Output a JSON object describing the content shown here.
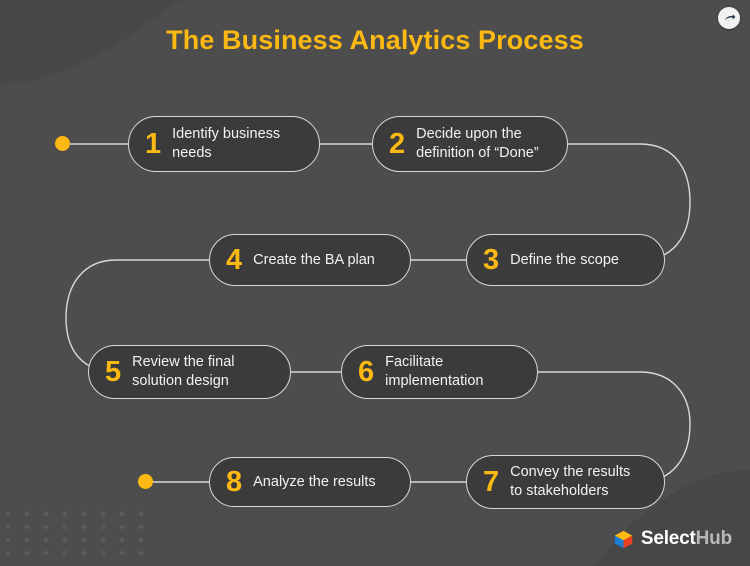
{
  "header": {
    "title": "The Business Analytics Process",
    "title_color": "#fcb813",
    "share_button": {
      "name": "share-button",
      "icon": "share-arrow-icon"
    }
  },
  "theme": {
    "background": "#4d4d4d",
    "pill_fill": "#3b3b3b",
    "pill_border": "#d8d8d8",
    "accent": "#fcb813",
    "text": "#f2f2f2",
    "connector": "#d8d8d8"
  },
  "steps": [
    {
      "number": "1",
      "label": "Identify business\nneeds"
    },
    {
      "number": "2",
      "label": "Decide upon the\ndefinition of “Done”"
    },
    {
      "number": "3",
      "label": "Define the scope"
    },
    {
      "number": "4",
      "label": "Create the BA plan"
    },
    {
      "number": "5",
      "label": "Review the final\nsolution design"
    },
    {
      "number": "6",
      "label": "Facilitate\nimplementation"
    },
    {
      "number": "7",
      "label": "Convey the results\nto stakeholders"
    },
    {
      "number": "8",
      "label": "Analyze the results"
    }
  ],
  "footer": {
    "logo_select": "Select",
    "logo_hub": "Hub",
    "logo_icon": "selecthub-cube-icon"
  }
}
